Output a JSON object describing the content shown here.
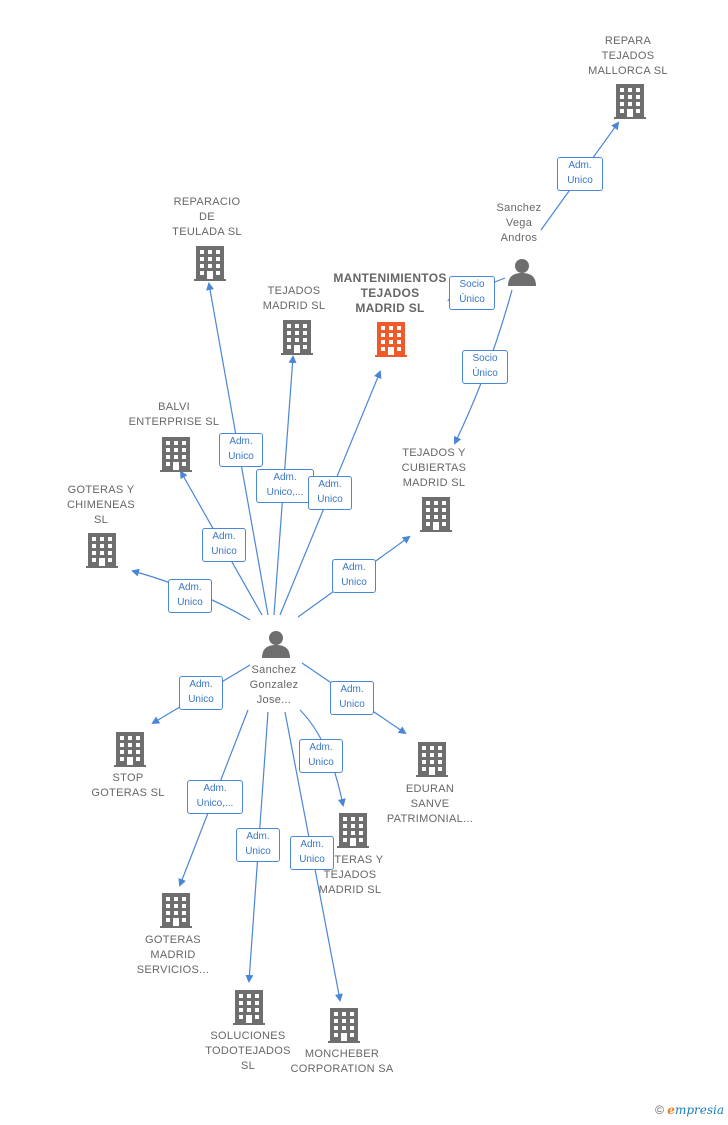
{
  "colors": {
    "company": "#666666",
    "main_company": "#f05a28",
    "person": "#666666",
    "edge": "#4a86d8"
  },
  "nodes": {
    "repara_tejados_mallorca": {
      "label": "REPARA\nTEJADOS\nMALLORCA  SL"
    },
    "sanchez_vega": {
      "label": "Sanchez\nVega\nAndros"
    },
    "reparacio_teulada": {
      "label": "REPARACIO\nDE\nTEULADA  SL"
    },
    "tejados_madrid": {
      "label": "TEJADOS\nMADRID SL"
    },
    "mantenimientos": {
      "label": "MANTENIMIENTOS\nTEJADOS\nMADRID  SL"
    },
    "balvi": {
      "label": "BALVI\nENTERPRISE SL"
    },
    "tejados_cubiertas": {
      "label": "TEJADOS Y\nCUBIERTAS\nMADRID  SL"
    },
    "goteras_chimeneas": {
      "label": "GOTERAS Y\nCHIMENEAS\nSL"
    },
    "sanchez_gonzalez": {
      "label": "Sanchez\nGonzalez\nJose..."
    },
    "stop_goteras": {
      "label": "STOP\nGOTERAS  SL"
    },
    "eduran": {
      "label": "EDURAN\nSANVE\nPATRIMONIAL..."
    },
    "goteras_tejados": {
      "label": "GOTERAS Y\nTEJADOS\nMADRID  SL"
    },
    "goteras_madrid": {
      "label": "GOTERAS\nMADRID\nSERVICIOS..."
    },
    "soluciones": {
      "label": "SOLUCIONES\nTODOTEJADOS\nSL"
    },
    "moncheber": {
      "label": "MONCHEBER\nCORPORATION SA"
    }
  },
  "edges": {
    "e1": "Adm.\nUnico",
    "e2": "Socio\nÚnico",
    "e3": "Socio\nÚnico",
    "e4": "Adm.\nUnico",
    "e5": "Adm.\nUnico,...",
    "e6": "Adm.\nUnico",
    "e7": "Adm.\nUnico",
    "e8": "Adm.\nUnico",
    "e9": "Adm.\nUnico",
    "e10": "Adm.\nUnico",
    "e11": "Adm.\nUnico",
    "e12": "Adm.\nUnico",
    "e13": "Adm.\nUnico,...",
    "e14": "Adm.\nUnico",
    "e15": "Adm.\nUnico"
  },
  "footer": {
    "copyright": "©",
    "brand_e": "e",
    "brand": "mpresia"
  }
}
